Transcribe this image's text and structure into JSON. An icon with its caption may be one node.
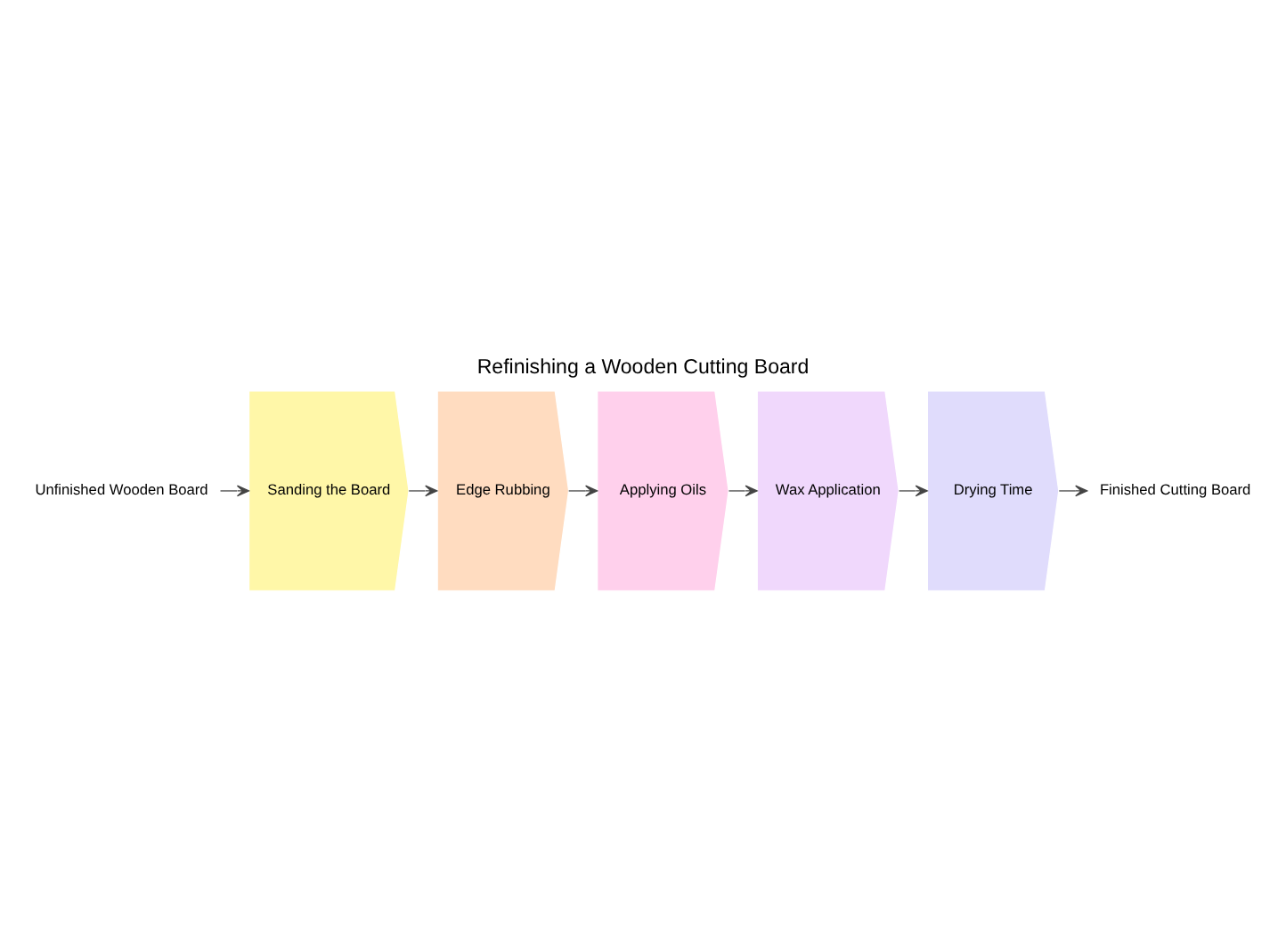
{
  "diagram": {
    "title": "Refinishing a Wooden Cutting Board",
    "nodes": [
      {
        "text": [
          "Unfinished Wooden Board"
        ]
      },
      {
        "text": [
          "Sanding the Board"
        ]
      },
      {
        "text": [
          "Edge Rubbing"
        ]
      },
      {
        "text": [
          "Applying Oils"
        ]
      },
      {
        "text": [
          "Wax Application"
        ]
      },
      {
        "text": [
          "Drying Time"
        ]
      },
      {
        "text": [
          "Finished Cutting Board"
        ]
      }
    ],
    "edges": [
      {
        "from": 0,
        "to": 1,
        "arrow": "to"
      },
      {
        "from": 1,
        "to": 2,
        "arrow": "to"
      },
      {
        "from": 2,
        "to": 3,
        "arrow": "to"
      },
      {
        "from": 3,
        "to": 4,
        "arrow": "to"
      },
      {
        "from": 4,
        "to": 5,
        "arrow": "to"
      },
      {
        "from": 5,
        "to": 6,
        "arrow": "to"
      }
    ]
  }
}
